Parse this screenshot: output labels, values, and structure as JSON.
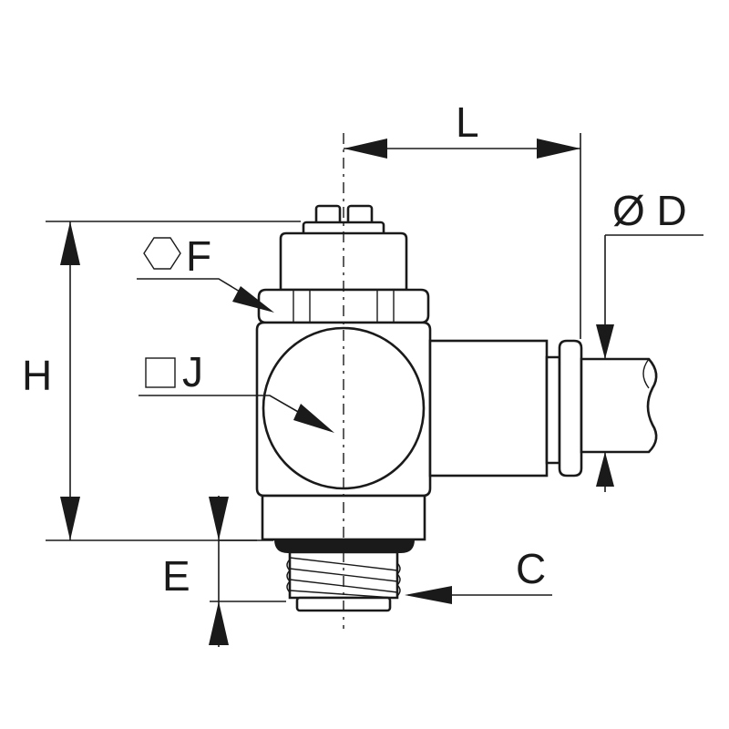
{
  "labels": {
    "L": "L",
    "D": "Ø D",
    "F": "F",
    "H": "H",
    "J": "J",
    "E": "E",
    "C": "C"
  },
  "icons": {
    "hex": "hexagon-icon",
    "square": "square-icon"
  },
  "colors": {
    "line": "#1a1a1a",
    "background": "#ffffff"
  }
}
